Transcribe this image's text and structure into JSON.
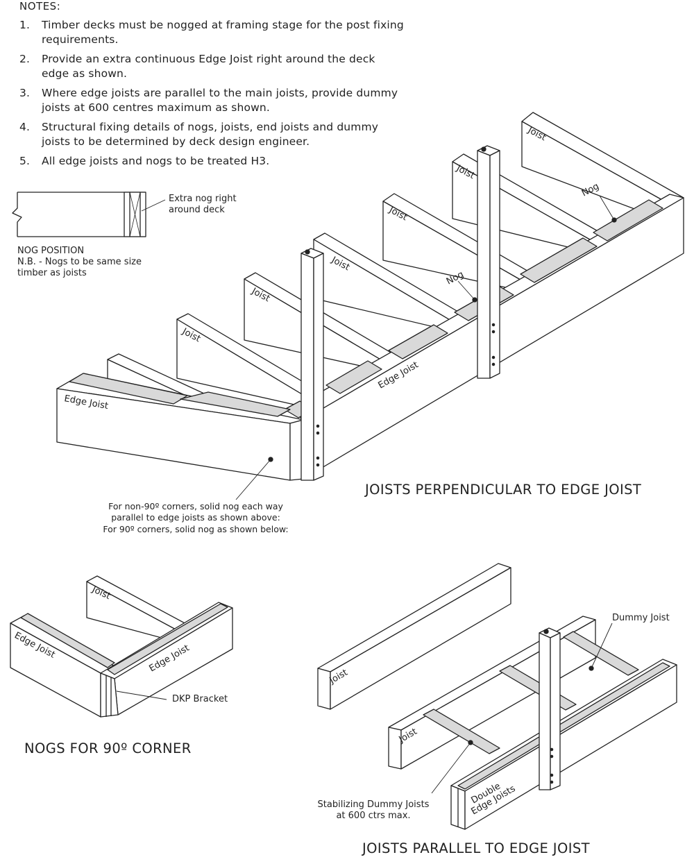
{
  "notes": {
    "title": "NOTES:",
    "items": [
      {
        "num": "1.",
        "text": "Timber decks must be nogged at framing stage for the post fixing requirements."
      },
      {
        "num": "2.",
        "text": "Provide an extra continuous Edge Joist right around the deck edge as shown."
      },
      {
        "num": "3.",
        "text": "Where edge joists are parallel to the main joists, provide dummy joists at 600 centres maximum as shown."
      },
      {
        "num": "4.",
        "text": "Structural fixing details of nogs, joists, end joists and dummy joists to be determined by deck design engineer."
      },
      {
        "num": "5.",
        "text": "All edge joists and nogs to be treated H3."
      }
    ]
  },
  "nog_position": {
    "callout_line1": "Extra nog right",
    "callout_line2": "around deck",
    "title": "NOG POSITION",
    "note_line1": "N.B. - Nogs to be same size",
    "note_line2": "timber as joists"
  },
  "perpendicular": {
    "caption": "JOISTS PERPENDICULAR TO EDGE JOIST",
    "joist_label": "Joist",
    "edge_joist_label": "Edge Joist",
    "nog_label": "Nog",
    "corner_note_line1": "For non-90º corners, solid nog each way",
    "corner_note_line2": "parallel to edge joists as shown above:",
    "corner_note_line3": "For 90º corners, solid nog as shown below:"
  },
  "corner90": {
    "caption": "NOGS FOR 90º CORNER",
    "joist_label": "Joist",
    "edge_joist_label": "Edge Joist",
    "bracket_label": "DKP Bracket"
  },
  "parallel": {
    "caption": "JOISTS PARALLEL TO EDGE JOIST",
    "joist_label": "Joist",
    "dummy_joist_label": "Dummy Joist",
    "stabilizing_line1": "Stabilizing Dummy Joists",
    "stabilizing_line2": "at 600 ctrs max.",
    "double_line1": "Double",
    "double_line2": "Edge Joists"
  },
  "colors": {
    "line": "#222222",
    "nog_fill": "#d9d9d9",
    "timber_fill": "#ffffff"
  }
}
